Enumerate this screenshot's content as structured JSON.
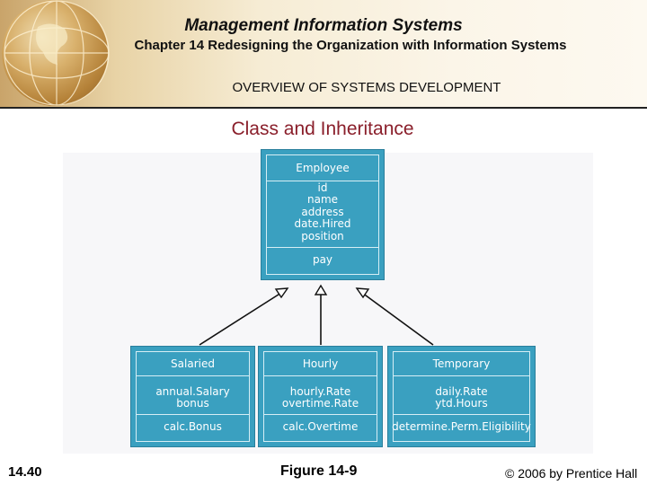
{
  "header": {
    "course_title": "Management Information Systems",
    "chapter_title": "Chapter 14 Redesigning the Organization with Information Systems",
    "section_title": "OVERVIEW OF SYSTEMS DEVELOPMENT"
  },
  "slide": {
    "title": "Class and Inheritance"
  },
  "diagram": {
    "parent": {
      "name": "Employee",
      "attributes": [
        "id",
        "name",
        "address",
        "date.Hired",
        "position"
      ],
      "method": "pay"
    },
    "children": [
      {
        "name": "Salaried",
        "attributes": [
          "annual.Salary",
          "bonus"
        ],
        "method": "calc.Bonus"
      },
      {
        "name": "Hourly",
        "attributes": [
          "hourly.Rate",
          "overtime.Rate"
        ],
        "method": "calc.Overtime"
      },
      {
        "name": "Temporary",
        "attributes": [
          "daily.Rate",
          "ytd.Hours"
        ],
        "method": "determine.Perm.Eligibility"
      }
    ]
  },
  "footer": {
    "page_number": "14.40",
    "figure_label": "Figure 14-9",
    "copyright": "© 2006 by Prentice Hall"
  }
}
